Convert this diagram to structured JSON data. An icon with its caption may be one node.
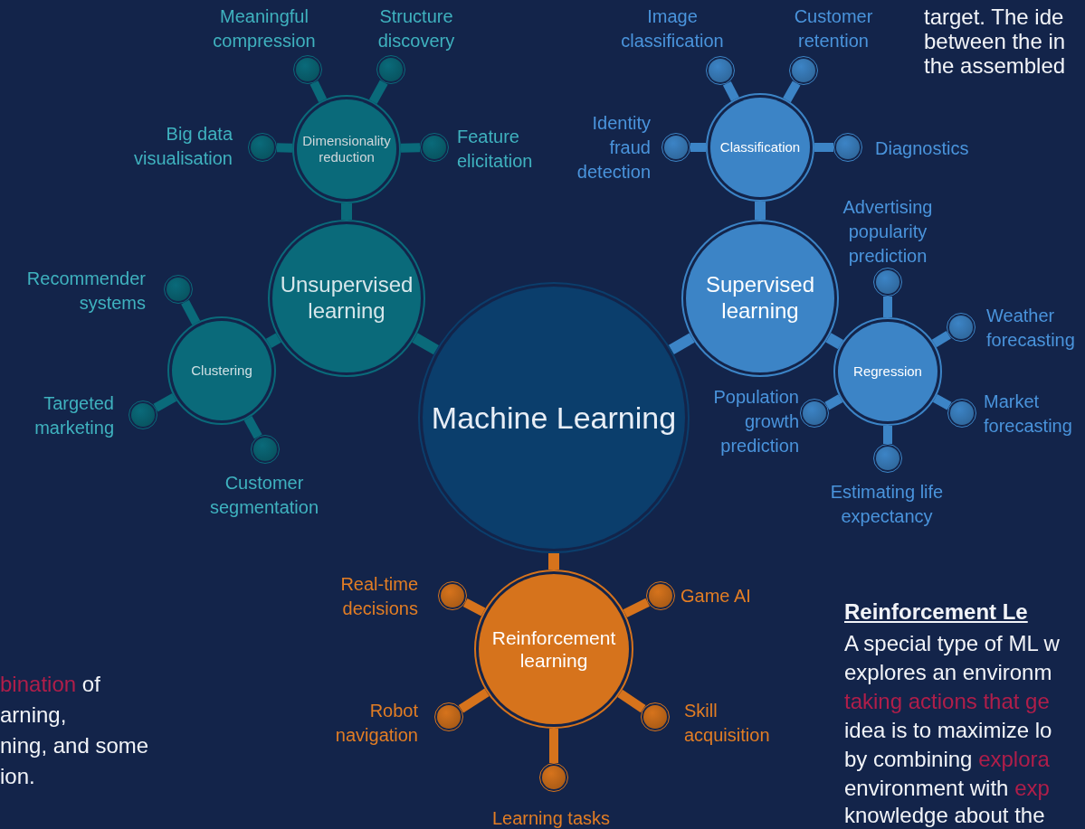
{
  "diagram": {
    "nodes": [
      {
        "text": [
          "Machine Learning"
        ]
      },
      {
        "text": [
          "Unsupervised learning"
        ]
      },
      {
        "text": [
          "Dimensionality reduction"
        ]
      },
      {
        "text": [
          "Clustering"
        ]
      },
      {
        "text": [
          "Supervised learning"
        ]
      },
      {
        "text": [
          "Classification"
        ]
      },
      {
        "text": [
          "Regression"
        ]
      },
      {
        "text": [
          "Reinforcement learning"
        ]
      },
      {
        "text": [],
        "shape": "circle",
        "beside": [
          "Meaningful compression"
        ]
      },
      {
        "text": [],
        "shape": "circle",
        "beside": [
          "Structure discovery"
        ]
      },
      {
        "text": [],
        "shape": "circle",
        "beside": [
          "Big data visualisation"
        ]
      },
      {
        "text": [],
        "shape": "circle",
        "beside": [
          "Feature elicitation"
        ]
      },
      {
        "text": [],
        "shape": "circle",
        "beside": [
          "Recommender systems"
        ]
      },
      {
        "text": [],
        "shape": "circle",
        "beside": [
          "Targeted marketing"
        ]
      },
      {
        "text": [],
        "shape": "circle",
        "beside": [
          "Customer segmentation"
        ]
      },
      {
        "text": [],
        "shape": "circle",
        "beside": [
          "Image classification"
        ]
      },
      {
        "text": [],
        "shape": "circle",
        "beside": [
          "Customer retention"
        ]
      },
      {
        "text": [],
        "shape": "circle",
        "beside": [
          "Identity fraud detection"
        ]
      },
      {
        "text": [],
        "shape": "circle",
        "beside": [
          "Diagnostics"
        ]
      },
      {
        "text": [],
        "shape": "circle",
        "beside": [
          "Advertising popularity prediction"
        ]
      },
      {
        "text": [],
        "shape": "circle",
        "beside": [
          "Weather forecasting"
        ]
      },
      {
        "text": [],
        "shape": "circle",
        "beside": [
          "Market forecasting"
        ]
      },
      {
        "text": [],
        "shape": "circle",
        "beside": [
          "Estimating life expectancy"
        ]
      },
      {
        "text": [],
        "shape": "circle",
        "beside": [
          "Population growth prediction"
        ]
      },
      {
        "text": [],
        "shape": "circle",
        "beside": [
          "Real-time decisions"
        ]
      },
      {
        "text": [],
        "shape": "circle",
        "beside": [
          "Game AI"
        ]
      },
      {
        "text": [],
        "shape": "circle",
        "beside": [
          "Robot navigation"
        ]
      },
      {
        "text": [],
        "shape": "circle",
        "beside": [
          "Skill acquisition"
        ]
      },
      {
        "text": [],
        "shape": "circle",
        "beside": [
          "Learning tasks"
        ]
      }
    ],
    "edges": [
      {
        "from": 0,
        "to": 1,
        "arrow": "none"
      },
      {
        "from": 0,
        "to": 4,
        "arrow": "none"
      },
      {
        "from": 0,
        "to": 7,
        "arrow": "none",
        "color": "#d6731c"
      },
      {
        "from": 1,
        "to": 2,
        "arrow": "none"
      },
      {
        "from": 1,
        "to": 3,
        "arrow": "none"
      },
      {
        "from": 4,
        "to": 5,
        "arrow": "none"
      },
      {
        "from": 4,
        "to": 6,
        "arrow": "none"
      },
      {
        "from": 2,
        "to": 8,
        "arrow": "none"
      },
      {
        "from": 2,
        "to": 9,
        "arrow": "none"
      },
      {
        "from": 2,
        "to": 10,
        "arrow": "none"
      },
      {
        "from": 2,
        "to": 11,
        "arrow": "none"
      },
      {
        "from": 3,
        "to": 12,
        "arrow": "none"
      },
      {
        "from": 3,
        "to": 13,
        "arrow": "none"
      },
      {
        "from": 3,
        "to": 14,
        "arrow": "none"
      },
      {
        "from": 5,
        "to": 15,
        "arrow": "none"
      },
      {
        "from": 5,
        "to": 16,
        "arrow": "none"
      },
      {
        "from": 5,
        "to": 17,
        "arrow": "none"
      },
      {
        "from": 5,
        "to": 18,
        "arrow": "none"
      },
      {
        "from": 6,
        "to": 19,
        "arrow": "none"
      },
      {
        "from": 6,
        "to": 20,
        "arrow": "none"
      },
      {
        "from": 6,
        "to": 21,
        "arrow": "none"
      },
      {
        "from": 6,
        "to": 22,
        "arrow": "none"
      },
      {
        "from": 6,
        "to": 23,
        "arrow": "none"
      },
      {
        "from": 7,
        "to": 24,
        "arrow": "none",
        "color": "#d6731c"
      },
      {
        "from": 7,
        "to": 25,
        "arrow": "none",
        "color": "#d6731c"
      },
      {
        "from": 7,
        "to": 26,
        "arrow": "none",
        "color": "#d6731c"
      },
      {
        "from": 7,
        "to": 27,
        "arrow": "none",
        "color": "#d6731c"
      },
      {
        "from": 7,
        "to": 28,
        "arrow": "none",
        "color": "#d6731c"
      }
    ],
    "labels": [
      "target. The ide",
      "between the in",
      "the assembled",
      "bination",
      "of",
      "arning,",
      "ning, and some",
      "ion.",
      "Reinforcement Le",
      "A special type of ML w",
      "explores an environm",
      "taking actions that ge",
      "idea is to maximize lo",
      "by combining",
      "explora",
      "environment with",
      "exp",
      "knowledge about the"
    ]
  }
}
